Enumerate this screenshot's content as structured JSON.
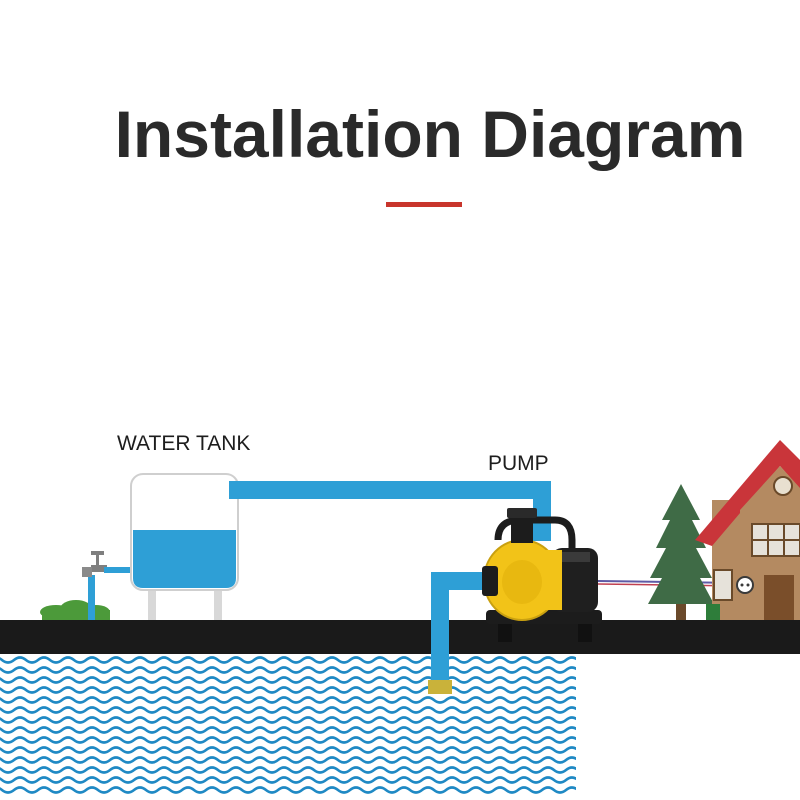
{
  "title": "Installation Diagram",
  "labels": {
    "water_tank": "WATER TANK",
    "pump": "PUMP"
  },
  "colors": {
    "accent": "#c8352c",
    "pipe": "#2e9fd6",
    "water": "#2e9fd6",
    "ground": "#1a1a1a",
    "wave": "#1f89c4",
    "pump_body": "#f2c318",
    "house_roof": "#c9353a",
    "tree": "#3f6b46"
  },
  "icons": {
    "faucet": "faucet-icon",
    "pump": "water-pump-icon",
    "house": "house-icon",
    "tree": "pine-tree-icon",
    "socket": "power-socket-icon",
    "foot_valve": "foot-valve-icon"
  }
}
